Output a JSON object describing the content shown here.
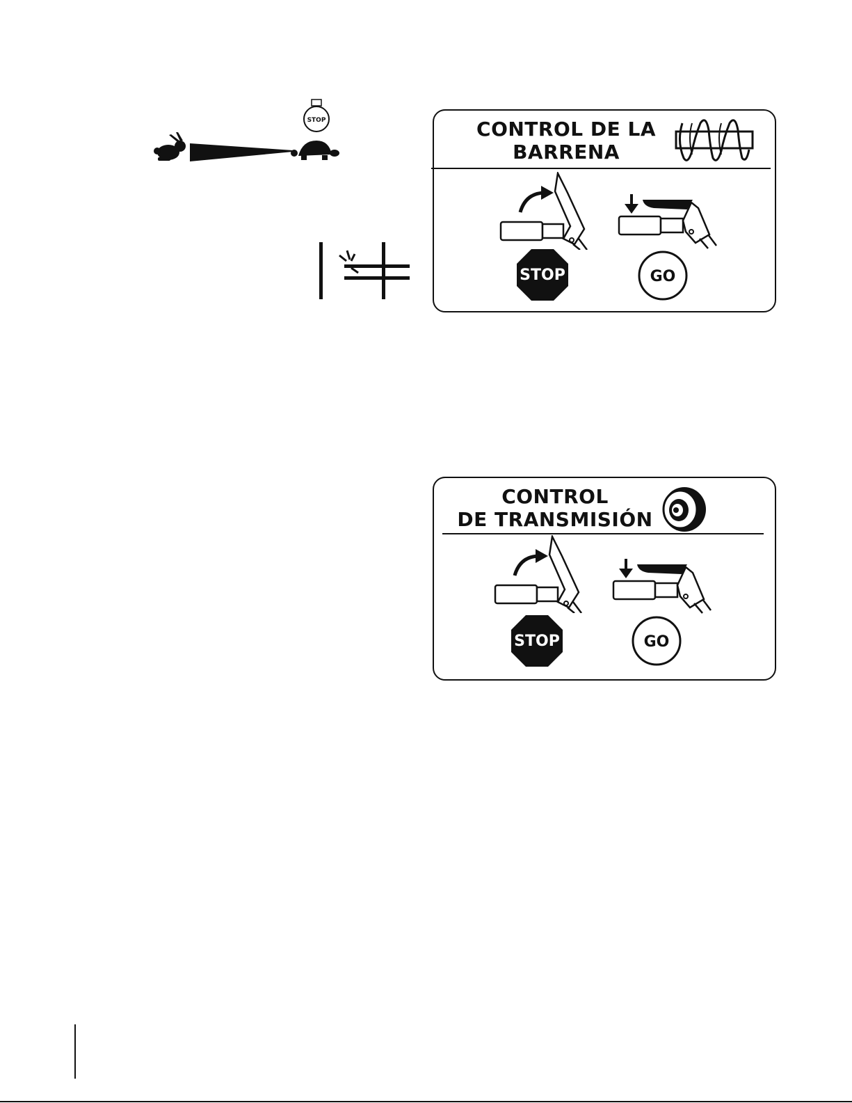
{
  "throttle_symbol": {
    "stop_knob_label": "STOP",
    "fast_icon": "rabbit-icon",
    "slow_icon": "turtle-icon"
  },
  "choke_symbol": {
    "icon": "choke-icon"
  },
  "auger_control": {
    "title_line1": "CONTROL DE LA",
    "title_line2": "BARRENA",
    "icon": "auger-icon",
    "stop_label": "STOP",
    "go_label": "GO"
  },
  "drive_control": {
    "title_line1": "CONTROL",
    "title_line2": "DE TRANSMISIÓN",
    "icon": "wheel-icon",
    "stop_label": "STOP",
    "go_label": "GO"
  }
}
